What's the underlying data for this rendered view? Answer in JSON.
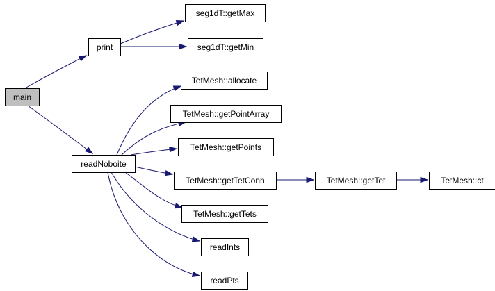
{
  "nodes": [
    {
      "id": "main",
      "label": "main"
    },
    {
      "id": "print",
      "label": "print"
    },
    {
      "id": "getMax",
      "label": "seg1dT::getMax"
    },
    {
      "id": "getMin",
      "label": "seg1dT::getMin"
    },
    {
      "id": "readNoboite",
      "label": "readNoboite"
    },
    {
      "id": "allocate",
      "label": "TetMesh::allocate"
    },
    {
      "id": "getPointArray",
      "label": "TetMesh::getPointArray"
    },
    {
      "id": "getPoints",
      "label": "TetMesh::getPoints"
    },
    {
      "id": "getTetConn",
      "label": "TetMesh::getTetConn"
    },
    {
      "id": "getTet",
      "label": "TetMesh::getTet"
    },
    {
      "id": "ct",
      "label": "TetMesh::ct"
    },
    {
      "id": "getTets",
      "label": "TetMesh::getTets"
    },
    {
      "id": "readInts",
      "label": "readInts"
    },
    {
      "id": "readPts",
      "label": "readPts"
    }
  ],
  "edges": [
    {
      "from": "main",
      "to": "print"
    },
    {
      "from": "main",
      "to": "readNoboite"
    },
    {
      "from": "print",
      "to": "getMax"
    },
    {
      "from": "print",
      "to": "getMin"
    },
    {
      "from": "readNoboite",
      "to": "allocate"
    },
    {
      "from": "readNoboite",
      "to": "getPointArray"
    },
    {
      "from": "readNoboite",
      "to": "getPoints"
    },
    {
      "from": "readNoboite",
      "to": "getTetConn"
    },
    {
      "from": "readNoboite",
      "to": "getTets"
    },
    {
      "from": "readNoboite",
      "to": "readInts"
    },
    {
      "from": "readNoboite",
      "to": "readPts"
    },
    {
      "from": "getTetConn",
      "to": "getTet"
    },
    {
      "from": "getTet",
      "to": "ct"
    }
  ],
  "colors": {
    "edge": "#191970",
    "root_fill": "#bfbfbf",
    "node_fill": "#ffffff",
    "node_border": "#000000"
  }
}
